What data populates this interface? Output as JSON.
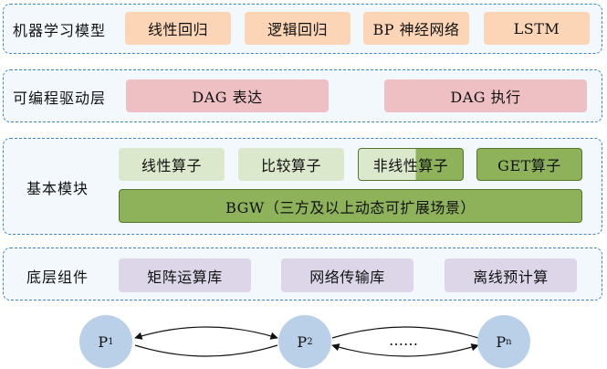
{
  "layers": {
    "ml": {
      "title": "机器学习模型",
      "items": [
        "线性回归",
        "逻辑回归",
        "BP 神经网络",
        "LSTM"
      ]
    },
    "dag": {
      "title": "可编程驱动层",
      "items": [
        "DAG 表达",
        "DAG 执行"
      ]
    },
    "basic": {
      "title": "基本模块",
      "items": [
        "线性算子",
        "比较算子",
        "非线性算子",
        "GET算子"
      ],
      "bgw": "BGW（三方及以上动态可扩展场景）"
    },
    "bottom": {
      "title": "底层组件",
      "items": [
        "矩阵运算库",
        "网络传输库",
        "离线预计算"
      ]
    }
  },
  "nodes": [
    {
      "label": "P",
      "sub": "1"
    },
    {
      "label": "P",
      "sub": "2"
    },
    {
      "label": "P",
      "sub": "n"
    }
  ],
  "ellipsis": "……",
  "colors": {
    "border": "#3f87c9",
    "ml": "#fbd5b5",
    "dag": "#eec0c4",
    "light_green": "#dbe8cc",
    "dark_green": "#8db25a",
    "gray": "#dcd6e8",
    "node": "#b9d0e8"
  }
}
